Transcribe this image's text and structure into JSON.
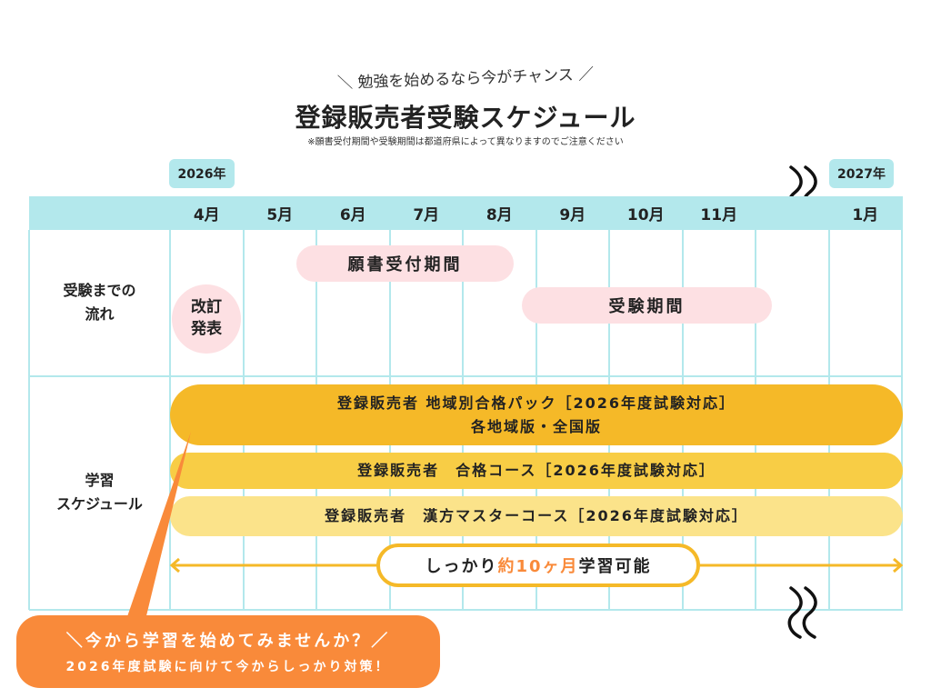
{
  "header": {
    "tagline": "＼ 勉強を始めるなら今がチャンス ／",
    "title": "登録販売者受験スケジュール",
    "note": "※願書受付期間や受験期間は都道府県によって異なりますのでご注意ください"
  },
  "years": {
    "start": "2026年",
    "end": "2027年"
  },
  "months": [
    "4月",
    "5月",
    "6月",
    "7月",
    "8月",
    "9月",
    "10月",
    "11月",
    "",
    "1月"
  ],
  "rows": {
    "flow": "受験までの\n流れ",
    "study": "学習\nスケジュール"
  },
  "flow": {
    "announcement": "改訂\n発表",
    "application": "願書受付期間",
    "exam": "受験期間"
  },
  "study": {
    "bar1_line1": "登録販売者 地域別合格パック［2026年度試験対応］",
    "bar1_line2": "各地域版・全国版",
    "bar2": "登録販売者　合格コース［2026年度試験対応］",
    "bar3": "登録販売者　漢方マスターコース［2026年度試験対応］",
    "duration_pre": "しっかり",
    "duration_mid": "約10ヶ月",
    "duration_post": "学習可能"
  },
  "callout": {
    "line1": "＼今から学習を始めてみませんか？／",
    "line2": "2026年度試験に向けて今からしっかり対策！"
  },
  "colors": {
    "cyan": "#b3e8ec",
    "pink": "#fde0e3",
    "orange": "#f98a3a",
    "yellow1": "#f5b928",
    "yellow2": "#f8cd45",
    "yellow3": "#fbe38a"
  }
}
